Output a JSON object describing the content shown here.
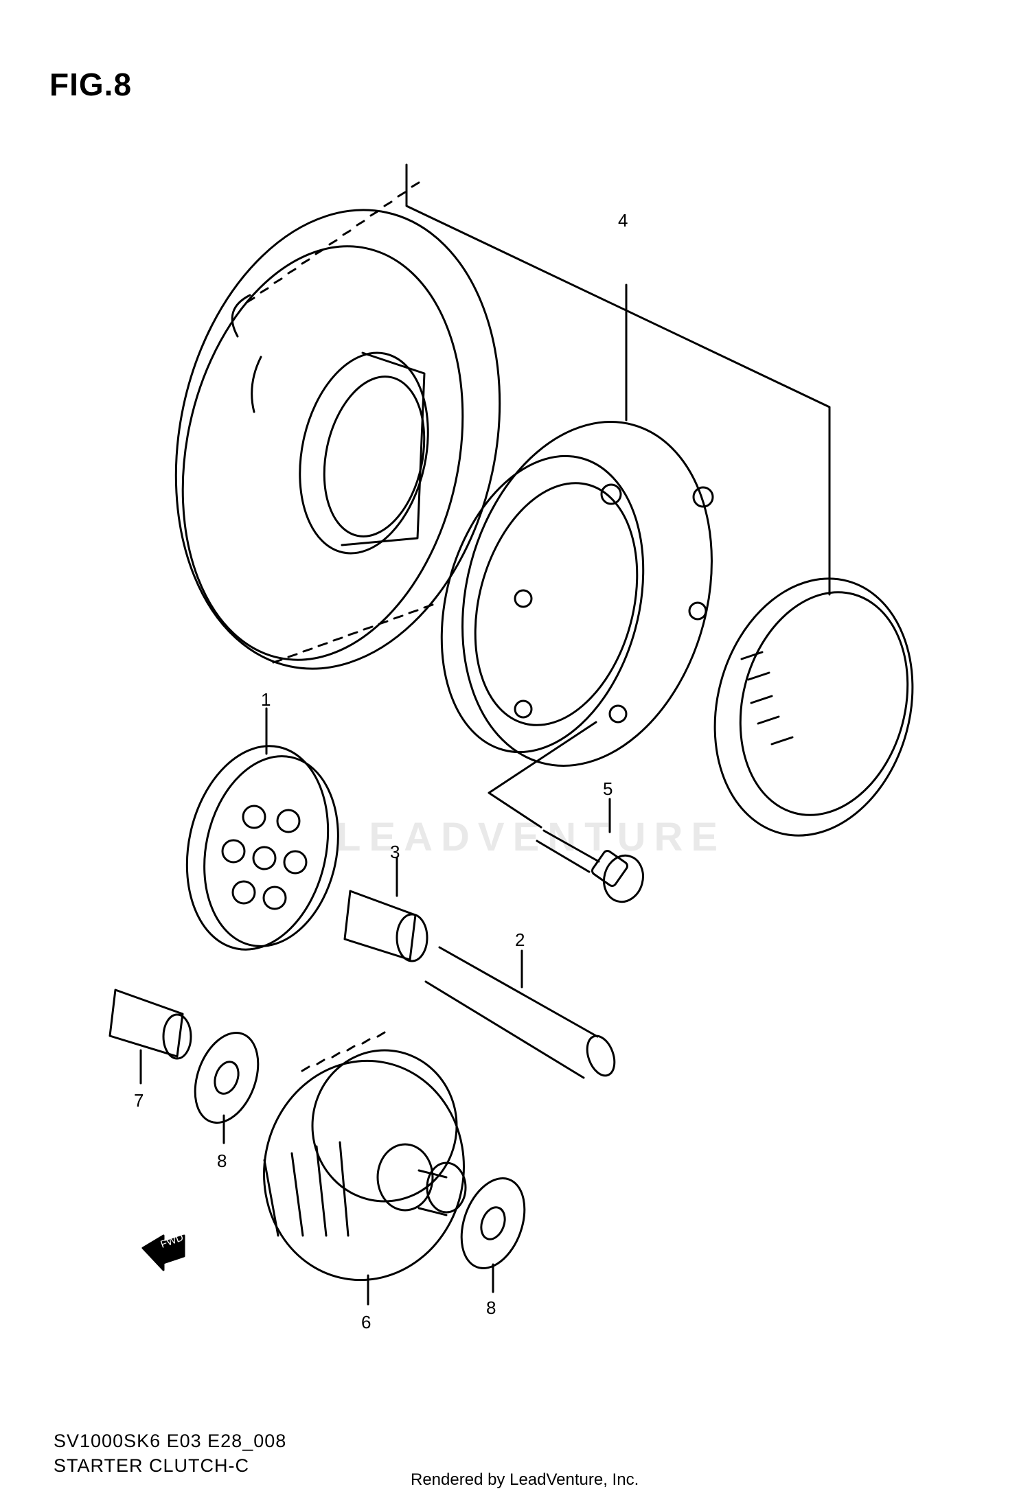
{
  "figure": {
    "title": "FIG.8"
  },
  "callouts": [
    "1",
    "2",
    "3",
    "4",
    "5",
    "6",
    "7",
    "8",
    "8"
  ],
  "fwd_label": "FWD",
  "watermark": "LEADVENTURE",
  "footer": {
    "model_code": "SV1000SK6 E03 E28_008",
    "assembly_name": "STARTER CLUTCH-C",
    "rendered_by": "Rendered by LeadVenture, Inc."
  }
}
